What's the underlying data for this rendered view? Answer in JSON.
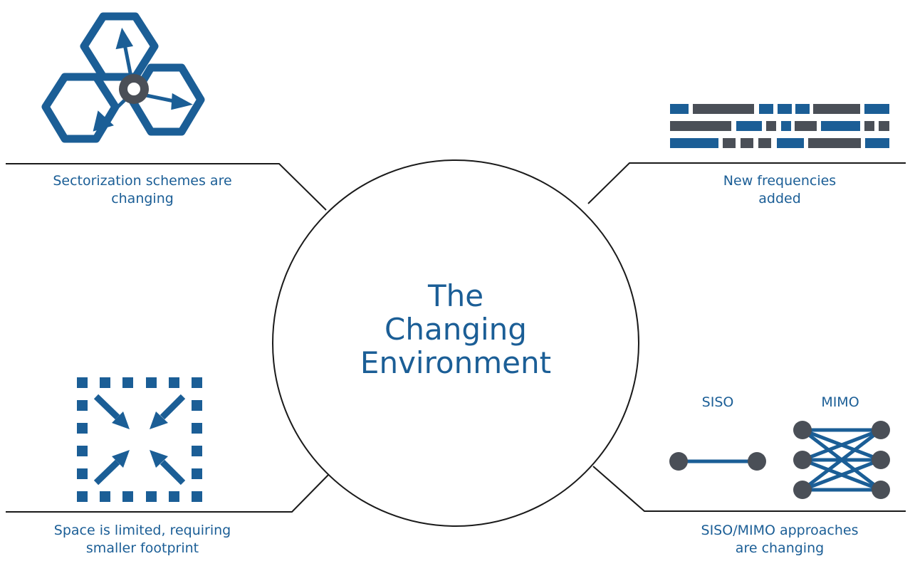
{
  "center": {
    "lines": [
      "The",
      "Changing",
      "Environment"
    ]
  },
  "labels": {
    "sectorization": [
      "Sectorization schemes are",
      "changing"
    ],
    "frequencies": [
      "New frequencies",
      "added"
    ],
    "space": [
      "Space is limited, requiring",
      "smaller footprint"
    ],
    "siso_mimo": [
      "SISO/MIMO approaches",
      "are changing"
    ]
  },
  "siso_label": "SISO",
  "mimo_label": "MIMO",
  "colors": {
    "blue": "#1b5e96",
    "gray": "#4a4f57",
    "line": "#1a1a1a",
    "white": "#ffffff"
  },
  "icons": {
    "sectorization": "three-hexagon-sector-icon",
    "frequencies": "frequency-blocks-icon",
    "space": "compress-arrows-icon",
    "siso": "siso-link-icon",
    "mimo": "mimo-mesh-icon"
  }
}
